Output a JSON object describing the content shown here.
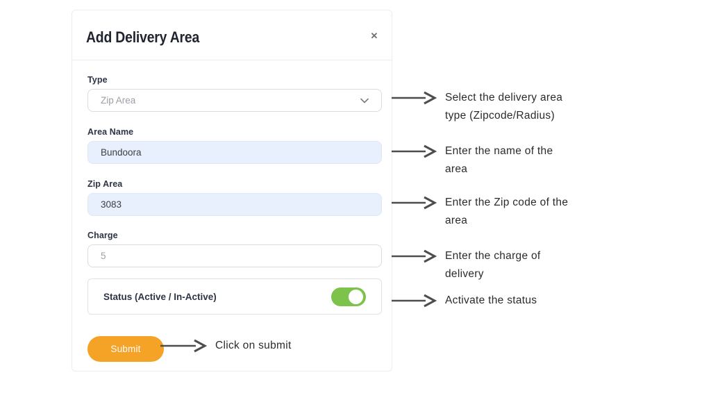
{
  "modal": {
    "title": "Add Delivery Area",
    "close_icon": "✕",
    "form": {
      "type": {
        "label": "Type",
        "value": "Zip Area"
      },
      "area_name": {
        "label": "Area Name",
        "value": "Bundoora"
      },
      "zip_area": {
        "label": "Zip Area",
        "value": "3083"
      },
      "charge": {
        "label": "Charge",
        "value": "5"
      },
      "status": {
        "label": "Status (Active / In-Active)",
        "state": "on"
      },
      "submit_label": "Submit"
    }
  },
  "annotations": {
    "type_help": {
      "line1": "Select the delivery area",
      "line2": "type (Zipcode/Radius)"
    },
    "area_name_help": {
      "line1": "Enter the name of the",
      "line2": "area"
    },
    "zip_help": {
      "line1": "Enter the Zip code of the",
      "line2": "area"
    },
    "charge_help": {
      "line1": "Enter the charge of",
      "line2": "delivery"
    },
    "status_help": {
      "line1": "Activate the status"
    },
    "submit_help": {
      "line1": "Click on submit"
    }
  },
  "colors": {
    "accent_orange": "#F5A326",
    "toggle_green": "#7CC24B",
    "autofill_blue": "#E8F0FE",
    "arrow_gray": "#4D4D4D"
  }
}
